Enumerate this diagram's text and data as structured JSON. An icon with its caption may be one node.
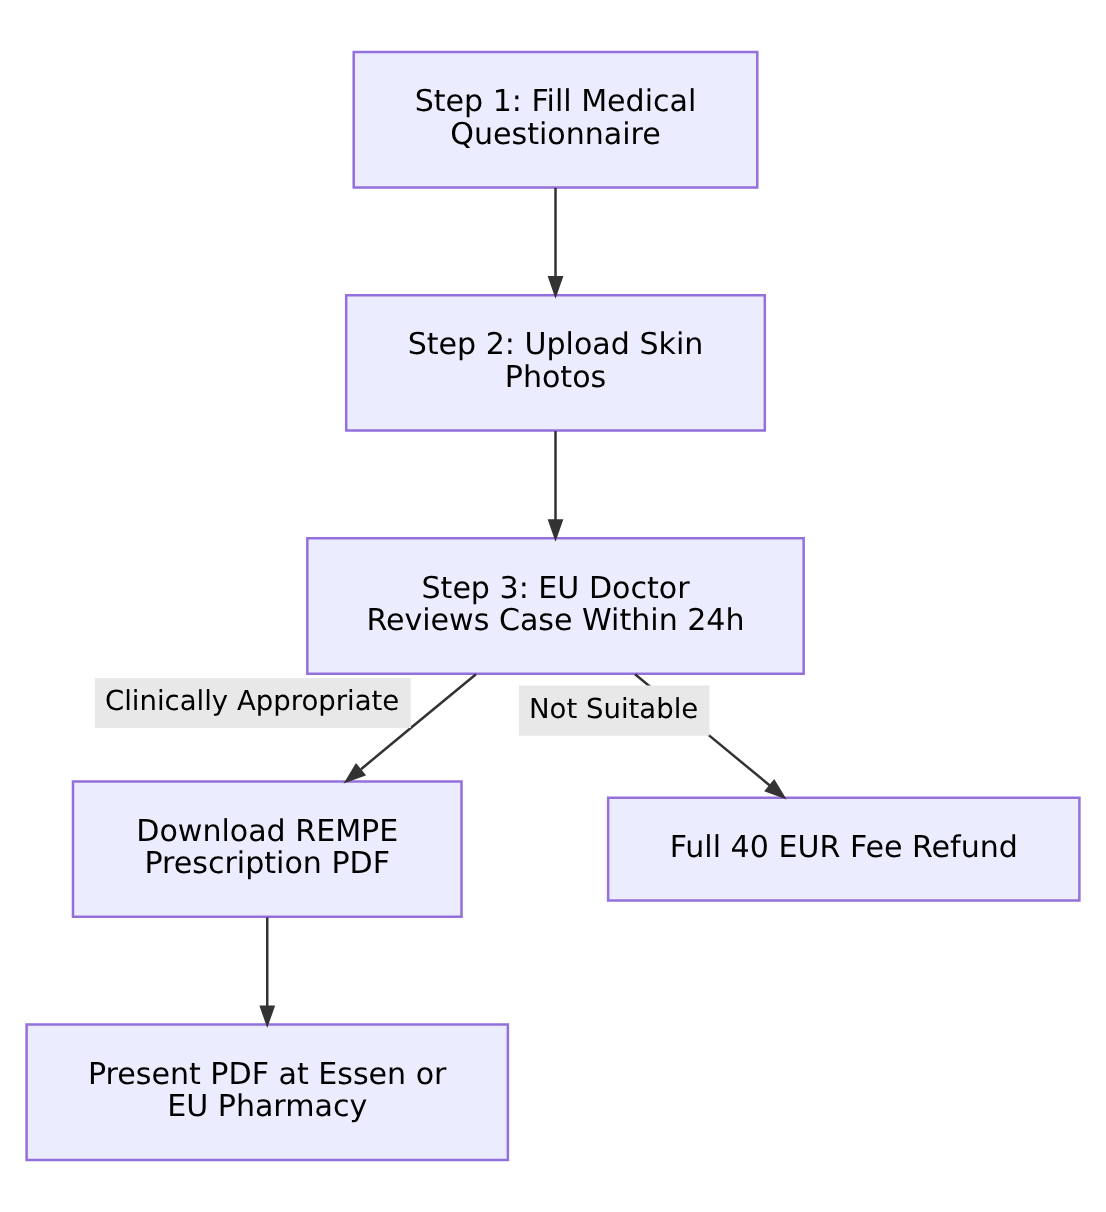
{
  "diagram": {
    "nodes": [
      {
        "text": [
          "Step 1: Fill Medical Questionnaire"
        ]
      },
      {
        "text": [
          "Step 2: Upload Skin Photos"
        ]
      },
      {
        "text": [
          "Step 3: EU Doctor Reviews Case Within 24h"
        ]
      },
      {
        "text": [
          "Download REMPE Prescription PDF"
        ]
      },
      {
        "text": [
          "Full 40 EUR Fee Refund"
        ]
      },
      {
        "text": [
          "Present PDF at Essen or EU Pharmacy"
        ]
      }
    ],
    "edges": [
      {
        "from": 0,
        "to": 1,
        "arrow": "to"
      },
      {
        "from": 1,
        "to": 2,
        "arrow": "to"
      },
      {
        "from": 2,
        "to": 3,
        "arrow": "to",
        "label": "Clinically Appropriate"
      },
      {
        "from": 2,
        "to": 4,
        "arrow": "to",
        "label": "Not Suitable"
      },
      {
        "from": 3,
        "to": 5,
        "arrow": "to"
      }
    ]
  }
}
